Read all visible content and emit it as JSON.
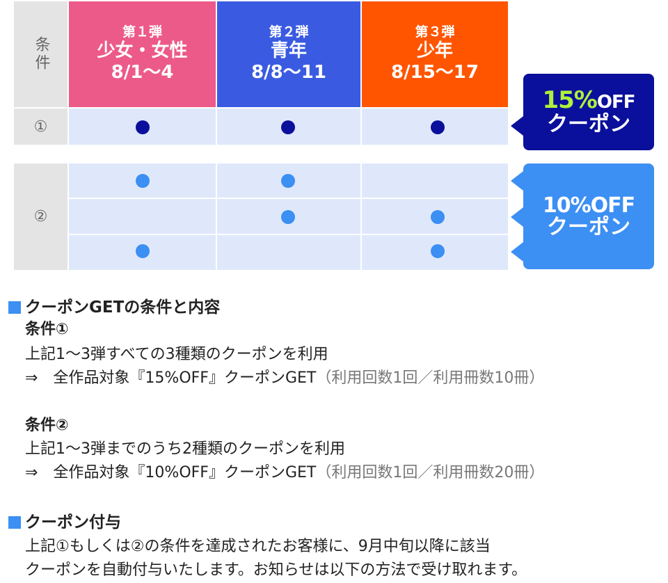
{
  "table": {
    "label_header": "条件",
    "columns": [
      {
        "sub": "第１弾",
        "main": "少女・女性",
        "date": "8/1〜4",
        "color": "#ec5a8a"
      },
      {
        "sub": "第２弾",
        "main": "青年",
        "date": "8/8〜11",
        "color": "#3a5be1"
      },
      {
        "sub": "第３弾",
        "main": "少年",
        "date": "8/15〜17",
        "color": "#ff5500"
      }
    ],
    "cond1_label": "①",
    "cond2_label": "②"
  },
  "badges": {
    "b15_pct": "15%",
    "b15_off": "OFF",
    "b15_coupon": "クーポン",
    "b15_color": "#0a0f9c",
    "b15_pct_color": "#aef03c",
    "b10_pct": "10%OFF",
    "b10_coupon": "クーポン",
    "b10_color": "#3c8ff3"
  },
  "text": {
    "h1": "クーポンGETの条件と内容",
    "c1_title": "条件①",
    "c1_line1": "上記1〜3弾すべての3種類のクーポンを利用",
    "c1_line2a": "⇒　全作品対象『15%OFF』クーポンGET",
    "c1_line2b": "（利用回数1回／利用冊数10冊）",
    "c2_title": "条件②",
    "c2_line1": "上記1〜3弾までのうち2種類のクーポンを利用",
    "c2_line2a": "⇒　全作品対象『10%OFF』クーポンGET",
    "c2_line2b": "（利用回数1回／利用冊数20冊）",
    "h2": "クーポン付与",
    "g_line1": "上記①もしくは②の条件を達成されたお客様に、9月中旬以降に該当",
    "g_line2": "クーポンを自動付与いたします。お知らせは以下の方法で受け取れます。"
  }
}
